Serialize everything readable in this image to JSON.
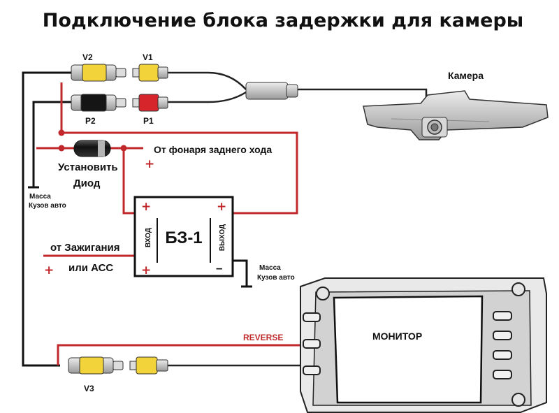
{
  "title": "Подключение блока задержки для камеры",
  "labels": {
    "v1": "V1",
    "v2": "V2",
    "v3": "V3",
    "p1": "P1",
    "p2": "P2",
    "camera": "Камера",
    "from_reverse_light": "От фонаря заднего хода",
    "install_diode_1": "Установить",
    "install_diode_2": "Диод",
    "ground_left_1": "Масса",
    "ground_left_2": "Кузов авто",
    "ground_right_1": "Масса",
    "ground_right_2": "Кузов авто",
    "ignition_1": "от Зажигания",
    "ignition_2": "или АСС",
    "box_name": "БЗ-1",
    "box_input": "ВХОД",
    "box_output": "ВЫХОД",
    "plus": "+",
    "minus": "–",
    "reverse": "REVERSE",
    "monitor": "МОНИТОР"
  },
  "colors": {
    "wire_red": "#c0282b",
    "wire_black": "#111111",
    "rca_yellow": "#f2d43a",
    "rca_red": "#d6262b"
  }
}
